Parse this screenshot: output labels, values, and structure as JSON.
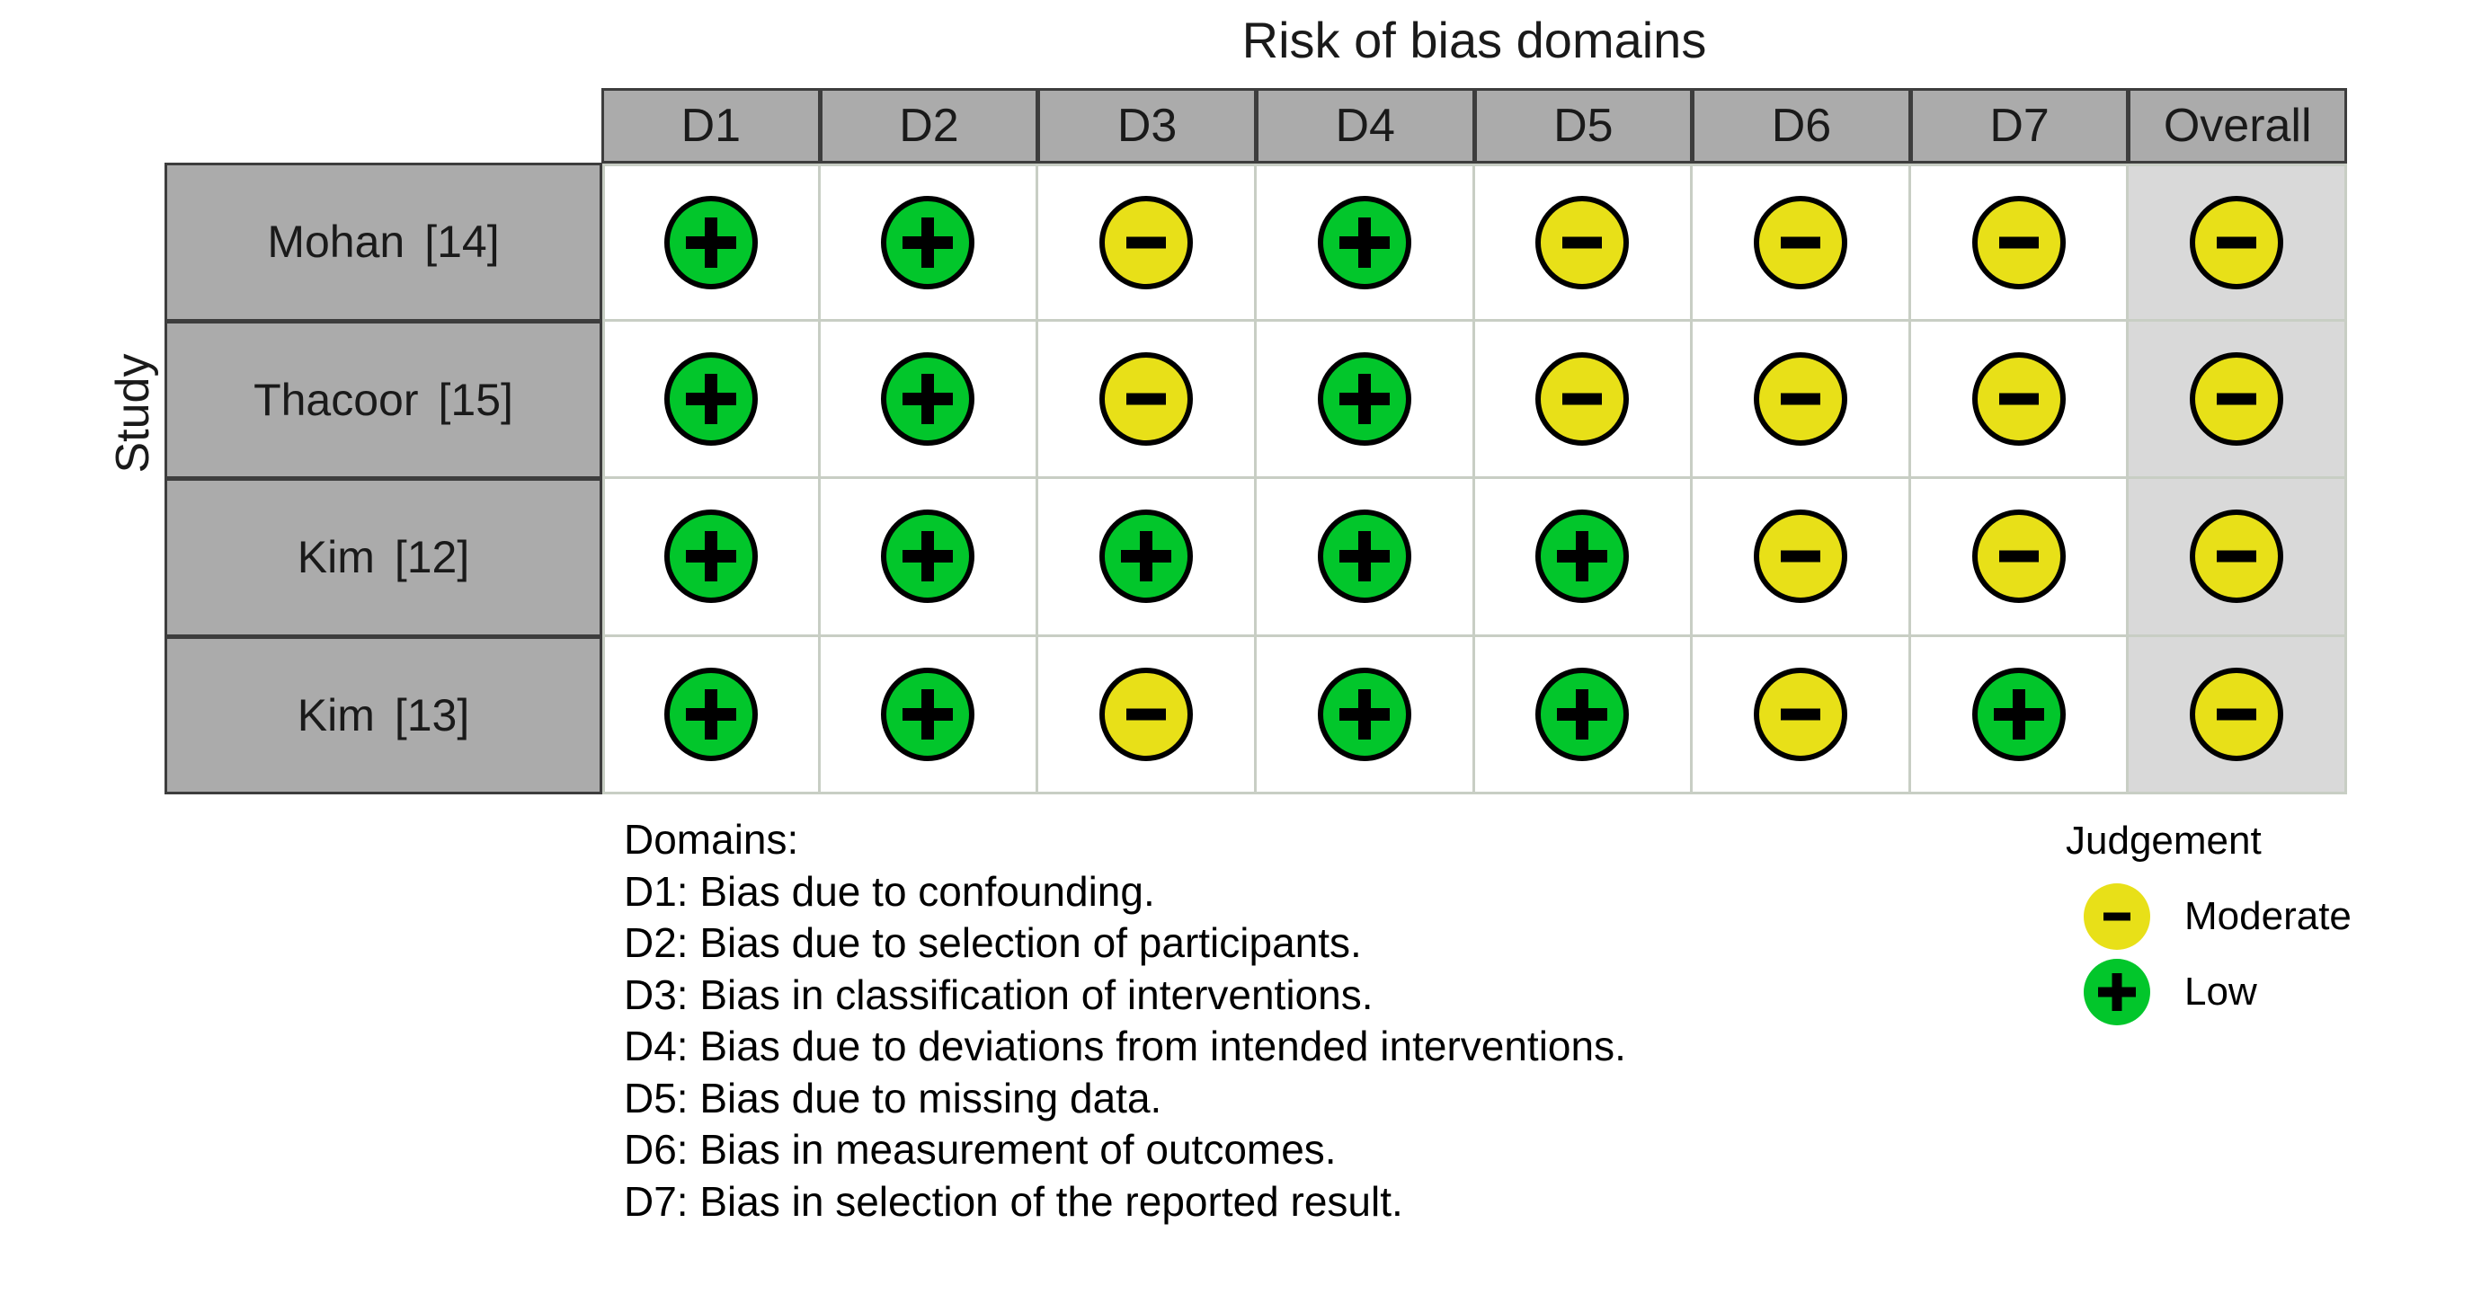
{
  "chart_data": {
    "type": "table",
    "title": "Risk of bias domains",
    "ylabel": "Study",
    "columns": [
      "D1",
      "D2",
      "D3",
      "D4",
      "D5",
      "D6",
      "D7",
      "Overall"
    ],
    "studies": [
      "Mohan  [14]",
      "Thacoor  [15]",
      "Kim  [12]",
      "Kim  [13]"
    ],
    "judgement_levels": [
      {
        "key": "moderate",
        "symbol": "-",
        "label": "Moderate",
        "color": "#e8e018"
      },
      {
        "key": "low",
        "symbol": "+",
        "label": "Low",
        "color": "#02c62b"
      }
    ],
    "rows": [
      {
        "study": "Mohan  [14]",
        "values": [
          "low",
          "low",
          "moderate",
          "low",
          "moderate",
          "moderate",
          "moderate",
          "moderate"
        ]
      },
      {
        "study": "Thacoor  [15]",
        "values": [
          "low",
          "low",
          "moderate",
          "low",
          "moderate",
          "moderate",
          "moderate",
          "moderate"
        ]
      },
      {
        "study": "Kim  [12]",
        "values": [
          "low",
          "low",
          "low",
          "low",
          "low",
          "moderate",
          "moderate",
          "moderate"
        ]
      },
      {
        "study": "Kim  [13]",
        "values": [
          "low",
          "low",
          "moderate",
          "low",
          "low",
          "moderate",
          "low",
          "moderate"
        ]
      }
    ]
  },
  "header": {
    "title": "Risk of bias domains",
    "columns": [
      {
        "id": "d1",
        "label": "D1"
      },
      {
        "id": "d2",
        "label": "D2"
      },
      {
        "id": "d3",
        "label": "D3"
      },
      {
        "id": "d4",
        "label": "D4"
      },
      {
        "id": "d5",
        "label": "D5"
      },
      {
        "id": "d6",
        "label": "D6"
      },
      {
        "id": "d7",
        "label": "D7"
      },
      {
        "id": "overall",
        "label": "Overall"
      }
    ]
  },
  "axis": {
    "study_label": "Study"
  },
  "studies": [
    {
      "name": "Mohan",
      "ref": "[14]"
    },
    {
      "name": "Thacoor",
      "ref": "[15]"
    },
    {
      "name": "Kim",
      "ref": "[12]"
    },
    {
      "name": "Kim",
      "ref": "[13]"
    }
  ],
  "domains_caption": {
    "heading": "Domains:",
    "lines": [
      "D1: Bias due to confounding.",
      "D2: Bias due to selection of participants.",
      "D3: Bias in classification of interventions.",
      "D4: Bias due to deviations from intended interventions.",
      "D5: Bias due to missing data.",
      "D6: Bias in measurement of outcomes.",
      "D7: Bias in selection of the reported result."
    ]
  },
  "judgement_legend": {
    "title": "Judgement",
    "items": [
      {
        "key": "moderate",
        "symbol": "-",
        "label": "Moderate",
        "color": "#e8e018"
      },
      {
        "key": "low",
        "symbol": "+",
        "label": "Low",
        "color": "#02c62b"
      }
    ]
  },
  "colors": {
    "header_fill": "#ababab",
    "header_border": "#3d3d3d",
    "cell_border": "#c8cec4",
    "overall_fill": "#d9d9d9",
    "low": "#02c62b",
    "moderate": "#e8e018",
    "text": "#1a1a1a"
  }
}
